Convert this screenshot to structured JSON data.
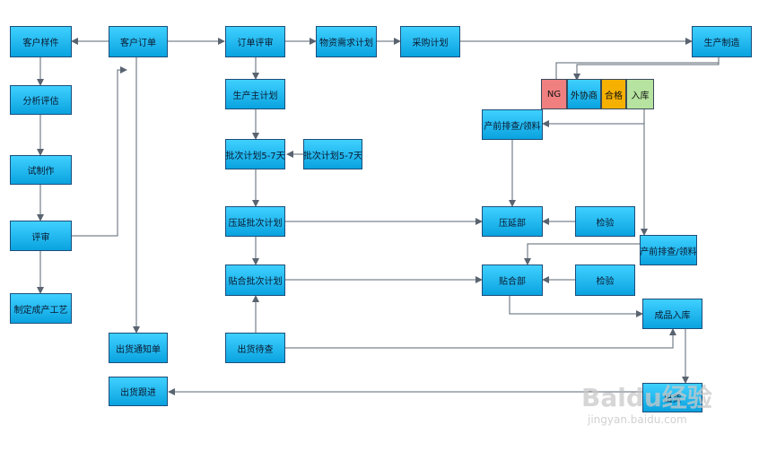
{
  "nodes": {
    "customer_sample": "客户样件",
    "analysis": "分析评估",
    "trial": "试制作",
    "review": "评审",
    "process": "制定成产工艺",
    "customer_order": "客户订单",
    "shipping_notice": "出货通知单",
    "shipping_follow": "出货跟进",
    "order_review": "订单评审",
    "material_plan": "物资需求计划",
    "purchase_plan": "采购计划",
    "production": "生产制造",
    "master_plan": "生产主计划",
    "batch_plan_left": "批次计划5-7天",
    "batch_plan_right": "批次计划5-7天",
    "press_batch": "压延批次计划",
    "laminate_batch": "贴合批次计划",
    "ship_check": "出货待查",
    "pre_material_1": "产前排查/领料",
    "pre_material_2": "产前排查/领料",
    "press_dept": "压延部",
    "laminate_dept": "贴合部",
    "inspect_1": "检验",
    "inspect_2": "检验",
    "finished_storage": "成品入库",
    "shipping": "出货"
  },
  "status": {
    "ng": "NG",
    "outsource": "外协商",
    "pass": "合格",
    "storage": "入库"
  },
  "colors": {
    "node_top": "#3fd0ff",
    "node_bottom": "#0aa3e0",
    "ng": "#f08080",
    "outsource": "#0aa3e0",
    "pass": "#f5b000",
    "storage": "#b6e3a0",
    "line": "#5a6470"
  },
  "watermark": {
    "logo": "Baidu经验",
    "url": "jingyan.baidu.com"
  }
}
